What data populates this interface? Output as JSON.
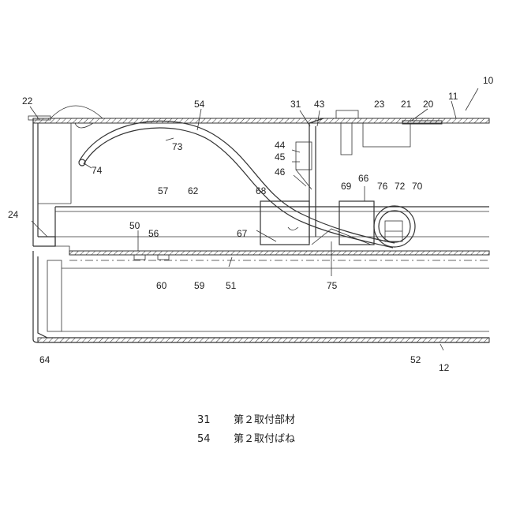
{
  "labels": {
    "l10": "10",
    "l11": "11",
    "l20": "20",
    "l21": "21",
    "l22": "22",
    "l23": "23",
    "l24": "24",
    "l31": "31",
    "l43": "43",
    "l44": "44",
    "l45": "45",
    "l46": "46",
    "l50": "50",
    "l51": "51",
    "l52": "52",
    "l54": "54",
    "l56": "56",
    "l57": "57",
    "l59": "59",
    "l60": "60",
    "l62": "62",
    "l64": "64",
    "l66": "66",
    "l67": "67",
    "l68": "68",
    "l69": "69",
    "l70": "70",
    "l72": "72",
    "l73": "73",
    "l74": "74",
    "l75": "75",
    "l76": "76",
    "l12": "12"
  },
  "legend": [
    {
      "num": "31",
      "text": "第２取付部材"
    },
    {
      "num": "54",
      "text": "第２取付ばね"
    }
  ]
}
